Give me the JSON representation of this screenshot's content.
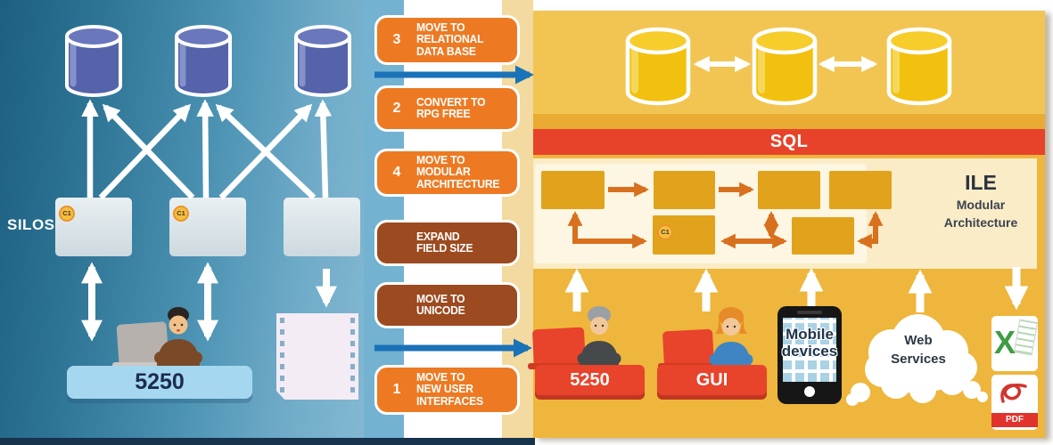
{
  "left_panel": {
    "silos_label": "SILOS",
    "c1_badge": "C1",
    "terminal_label": "5250"
  },
  "steps": [
    {
      "number": "3",
      "lines": [
        "MOVE TO",
        "RELATIONAL",
        "DATA BASE"
      ]
    },
    {
      "number": "2",
      "lines": [
        "CONVERT TO",
        "RPG FREE"
      ]
    },
    {
      "number": "4",
      "lines": [
        "MOVE TO",
        "MODULAR",
        "ARCHITECTURE"
      ]
    },
    {
      "number": "",
      "lines": [
        "EXPAND",
        "FIELD SIZE"
      ]
    },
    {
      "number": "",
      "lines": [
        "MOVE TO",
        "UNICODE"
      ]
    },
    {
      "number": "1",
      "lines": [
        "MOVE TO",
        "NEW USER",
        "INTERFACES"
      ]
    }
  ],
  "right_panel": {
    "sql_label": "SQL",
    "ile_title": "ILE",
    "ile_subtitle1": "Modular",
    "ile_subtitle2": "Architecture",
    "ile_c1_badge": "C1",
    "terminal_5250": "5250",
    "terminal_gui": "GUI",
    "mobile_line1": "Mobile",
    "mobile_line2": "devices",
    "web_line1": "Web",
    "web_line2": "Services",
    "excel_letter": "X",
    "pdf_label": "PDF"
  },
  "colors": {
    "step_orange": "#ED7A23",
    "step_brown": "#9C4A1F",
    "sql_red": "#E7432B",
    "panel_gold": "#EEB63C",
    "teal_dark": "#1D5F80",
    "blue_arrow": "#1A72B8",
    "legacy_db_blue": "#5563AB",
    "modern_db_yellow": "#F2C00E",
    "module_amber": "#E2A31C",
    "connector_orange": "#D8701E"
  }
}
